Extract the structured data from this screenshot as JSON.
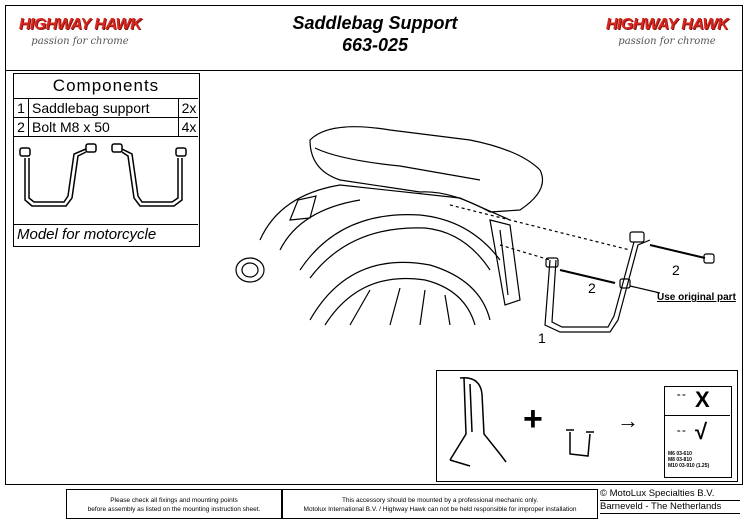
{
  "header": {
    "brand_name": "HIGHWAY HAWK",
    "brand_tagline": "passion for chrome",
    "title": "Saddlebag Support",
    "part_number": "663-025"
  },
  "components": {
    "heading": "Components",
    "items": [
      {
        "num": "1",
        "name": "Saddlebag support",
        "qty": "2x"
      },
      {
        "num": "2",
        "name": "Bolt M8 x 50",
        "qty": "4x"
      }
    ],
    "model_label": "Model for motorcycle"
  },
  "diagram": {
    "callout_1": "1",
    "callout_2a": "2",
    "callout_2b": "2",
    "original_part_note": "Use original part"
  },
  "inset": {
    "plus": "+",
    "arrow": "→",
    "wrong_mark": "X",
    "right_mark": "√",
    "fine_print": [
      "M6  03-610",
      "M8  03-810",
      "M10 03-910 (1.25)"
    ]
  },
  "footer": {
    "notice_left": [
      "Please check all fixings and mounting points",
      "before assembly as listed on the mounting instruction sheet."
    ],
    "notice_middle": [
      "This accessory should be mounted by a professional mechanic only.",
      "Motolux International B.V. / Highway Hawk can not be held responsible for improper installation"
    ],
    "company": "© MotoLux Specialties B.V.",
    "location": "Barneveld - The Netherlands"
  }
}
